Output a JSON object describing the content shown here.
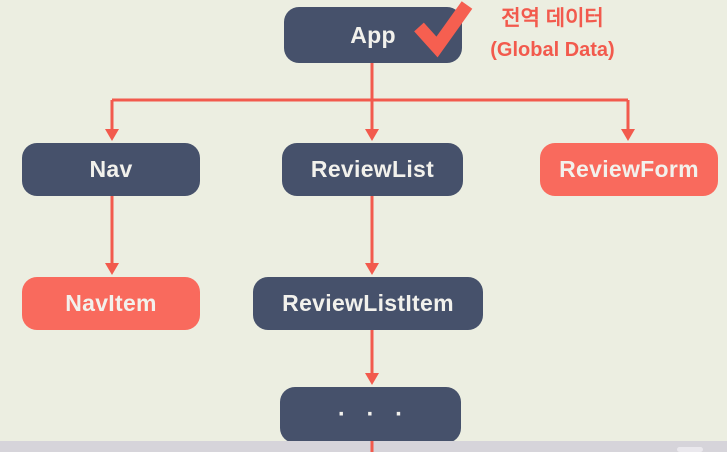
{
  "annotation": {
    "korean": "전역 데이터",
    "english": "(Global Data)"
  },
  "nodes": {
    "app": {
      "label": "App"
    },
    "nav": {
      "label": "Nav"
    },
    "review_list": {
      "label": "ReviewList"
    },
    "review_form": {
      "label": "ReviewForm"
    },
    "nav_item": {
      "label": "NavItem"
    },
    "review_list_item": {
      "label": "ReviewListItem"
    },
    "more": {
      "label": "· · ·"
    }
  },
  "icons": {
    "checkmark": "checkmark-icon"
  },
  "colors": {
    "background": "#eceee1",
    "node_dark": "#46516b",
    "node_coral": "#f96a5d",
    "accent": "#f25a4d",
    "node_text": "#f2f1ec",
    "bottom_bar": "#d6d4da"
  }
}
